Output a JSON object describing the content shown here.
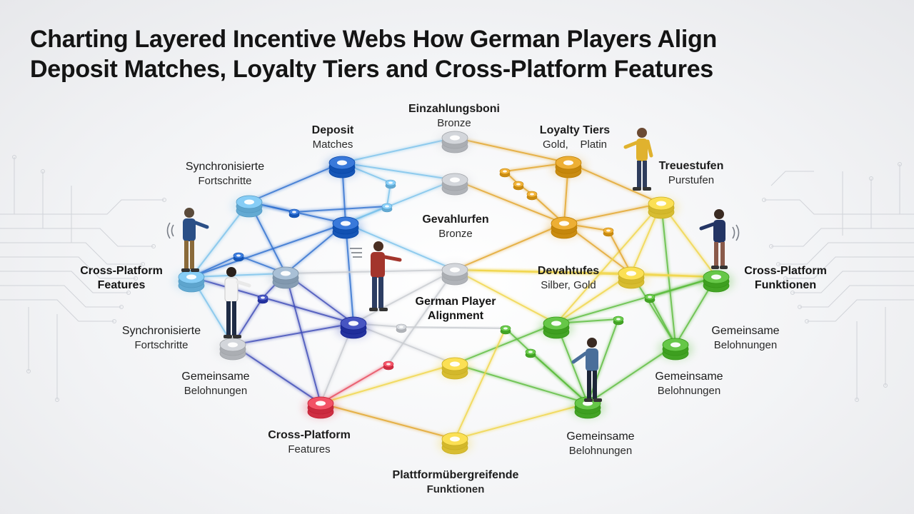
{
  "title": {
    "line1": "Charting Layered Incentive Webs How German Players Align",
    "line2": "Deposit Matches, Loyalty Tiers and Cross-Platform Features"
  },
  "colors": {
    "blue": "#2f6fd0",
    "lightblue": "#7cc3ec",
    "steel": "#9fb6cc",
    "silver": "#c9ccd1",
    "gold": "#e3a52a",
    "yellow": "#f1d64a",
    "green": "#5cbd3e",
    "red": "#e8485c",
    "navy": "#3d4bb8"
  },
  "labels": {
    "einzahlungsboni": {
      "line1": "Einzahlungsboni",
      "line2": "Bronze"
    },
    "deposit_matches": {
      "line1": "Deposit",
      "line2": "Matches"
    },
    "loyalty_tiers": {
      "line1": "Loyalty Tiers",
      "line2": "Gold,    Platin"
    },
    "treuestufen": {
      "line1": "Treuestufen",
      "line2": "Purstufen"
    },
    "synchronisierte_top": {
      "line1": "Synchronisierte",
      "line2": "Fortschritte"
    },
    "gevahlurfen": {
      "line1": "Gevahlurfen",
      "line2": "Bronze"
    },
    "cross_platform_left": {
      "line1": "Cross-Platform",
      "line2": "Features"
    },
    "devahtufes": {
      "line1": "Devahtufes",
      "line2": "Silber, Gold"
    },
    "cross_platform_funktionen": {
      "line1": "Cross-Platform",
      "line2": "Funktionen"
    },
    "german_player_alignment": {
      "line1": "German Player",
      "line2": "Alignment"
    },
    "synchronisierte_mid": {
      "line1": "Synchronisierte",
      "line2": "Fortschritte"
    },
    "gemeinsame_right_top": {
      "line1": "Gemeinsame",
      "line2": "Belohnungen"
    },
    "gemeinsame_left": {
      "line1": "Gemeinsame",
      "line2": "Belohnungen"
    },
    "gemeinsame_right_mid": {
      "line1": "Gemeinsame",
      "line2": "Belohnungen"
    },
    "cross_platform_bottom": {
      "line1": "Cross-Platform",
      "line2": "Features"
    },
    "gemeinsame_bottom": {
      "line1": "Gemeinsame",
      "line2": "Belohnungen"
    },
    "plattform": {
      "line1": "Plattformübergreifende",
      "line2": "Funktionen"
    }
  }
}
